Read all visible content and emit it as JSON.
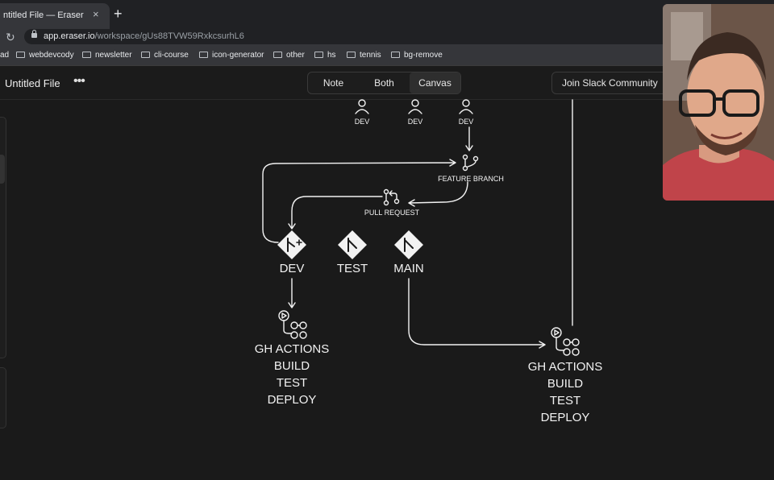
{
  "browser": {
    "tab_title": "ntitled File — Eraser",
    "tab_close": "×",
    "new_tab": "+",
    "url_host": "app.eraser.io",
    "url_path": "/workspace/gUs88TVW59RxkcsurhL6",
    "bookmarks": [
      {
        "label": "ad",
        "folder": false
      },
      {
        "label": "webdevcody",
        "folder": true
      },
      {
        "label": "newsletter",
        "folder": true
      },
      {
        "label": "cli-course",
        "folder": true
      },
      {
        "label": "icon-generator",
        "folder": true
      },
      {
        "label": "other",
        "folder": true
      },
      {
        "label": "hs",
        "folder": true
      },
      {
        "label": "tennis",
        "folder": true
      },
      {
        "label": "bg-remove",
        "folder": true
      }
    ]
  },
  "app": {
    "file_title": "Untitled File",
    "more": "•••",
    "views": [
      "Note",
      "Both",
      "Canvas"
    ],
    "active_view": "Canvas",
    "slack_label": "Join Slack Community"
  },
  "diagram": {
    "users": [
      "DEV",
      "DEV",
      "DEV"
    ],
    "feature_branch": "FEATURE BRANCH",
    "pull_request": "PULL REQUEST",
    "branches": [
      "DEV",
      "TEST",
      "MAIN"
    ],
    "actions_left": [
      "GH ACTIONS",
      "BUILD",
      "TEST",
      "DEPLOY"
    ],
    "actions_right": [
      "GH ACTIONS",
      "BUILD",
      "TEST",
      "DEPLOY"
    ]
  },
  "colors": {
    "canvas_bg": "#1a1a1a",
    "stroke": "#f2f2f2",
    "chrome_dark": "#202124",
    "chrome_mid": "#35363a"
  }
}
